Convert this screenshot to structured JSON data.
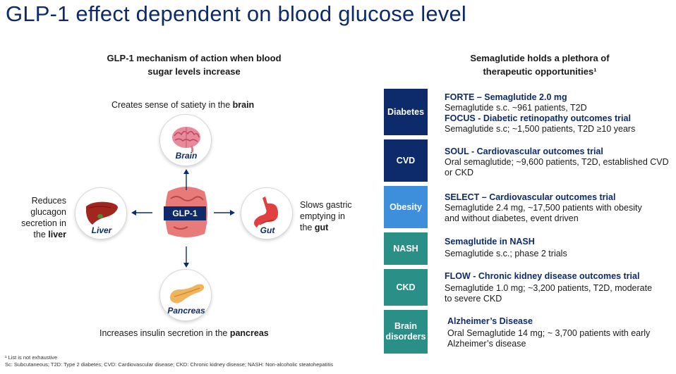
{
  "title": "GLP-1 effect dependent on blood glucose level",
  "left_panel": {
    "subtitle_line1": "GLP-1 mechanism of action when blood",
    "subtitle_line2": "sugar levels increase",
    "center_label": "GLP-1",
    "brain": {
      "label": "Brain",
      "caption_pre": "Creates sense of satiety in the ",
      "caption_bold": "brain"
    },
    "liver": {
      "label": "Liver",
      "caption_line1": "Reduces",
      "caption_line2": "glucagon",
      "caption_line3": "secretion in",
      "caption_line4_pre": "the ",
      "caption_line4_bold": "liver"
    },
    "gut": {
      "label": "Gut",
      "caption_line1": "Slows gastric",
      "caption_line2": "emptying in",
      "caption_line3_pre": "the ",
      "caption_line3_bold": "gut"
    },
    "pancreas": {
      "label": "Pancreas",
      "caption_pre": "Increases insulin secretion in the ",
      "caption_bold": "pancreas"
    }
  },
  "right_panel": {
    "subtitle_line1": "Semaglutide holds a plethora of",
    "subtitle_line2": "therapeutic opportunities¹",
    "categories": [
      {
        "label": "Diabetes",
        "color": "#0d2b6b"
      },
      {
        "label": "CVD",
        "color": "#0d2b6b"
      },
      {
        "label": "Obesity",
        "color": "#3d8fdb"
      },
      {
        "label": "NASH",
        "color": "#2a8f86"
      },
      {
        "label": "CKD",
        "color": "#2a8f86"
      },
      {
        "label_line1": "Brain",
        "label_line2": "disorders",
        "color": "#2a8f86"
      }
    ],
    "entries": [
      {
        "t1": "FORTE – Semaglutide 2.0 mg",
        "d1": "Semaglutide s.c. ~961 patients, T2D",
        "t2": "FOCUS - Diabetic retinopathy outcomes trial",
        "d2": "Semaglutide s.c; ~1,500 patients, T2D ≥10 years"
      },
      {
        "t1": "SOUL - Cardiovascular outcomes trial",
        "d1": "Oral semaglutide; ~9,600 patients, T2D, established CVD",
        "d1b": "or CKD"
      },
      {
        "t1": "SELECT – Cardiovascular outcomes trial",
        "d1": "Semaglutide 2.4 mg, ~17,500 patients with obesity",
        "d1b": "and without diabetes, event driven"
      },
      {
        "t1": "Semaglutide in NASH",
        "d1": "Semaglutide s.c.; phase 2 trials"
      },
      {
        "t1": "FLOW - Chronic kidney disease outcomes trial",
        "d1": "Semaglutide 1.0 mg; ~3,200 patients, T2D, moderate",
        "d1b": "to severe CKD"
      },
      {
        "t1": "Alzheimer’s Disease",
        "d1": "Oral Semaglutide 14 mg; ~ 3,700 patients with early",
        "d1b": "Alzheimer’s disease"
      }
    ]
  },
  "footnotes": {
    "line1": "¹ List is not exhaustive",
    "line2": "Sc: Subcutaneous; T2D: Type 2 diabetes; CVD: Cardiovascular disease; CKD: Chronic kidney disease; NASH: Non-alcoholic steatohepatitis"
  }
}
